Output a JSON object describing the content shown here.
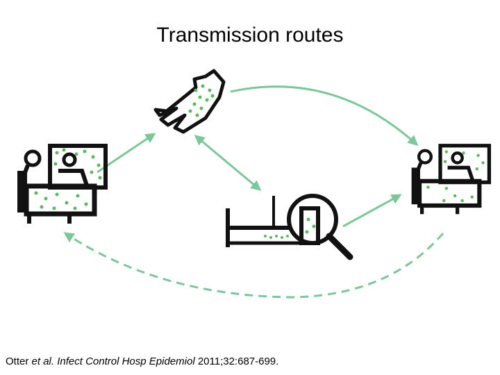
{
  "title": "Transmission routes",
  "citation": {
    "author": "Otter",
    "et_al": "et al.",
    "journal": "Infect Control Hosp Epidemiol",
    "details": "2011;32:687-699."
  },
  "colors": {
    "arrow_green": "#7cc79a",
    "dot_green": "#5cb85c",
    "outline": "#111111"
  },
  "icons": {
    "left": "patient-in-bed-icon",
    "hand": "contaminated-hand-icon",
    "environment": "contaminated-bed-magnifier-icon",
    "right": "patient-in-bed-icon"
  }
}
